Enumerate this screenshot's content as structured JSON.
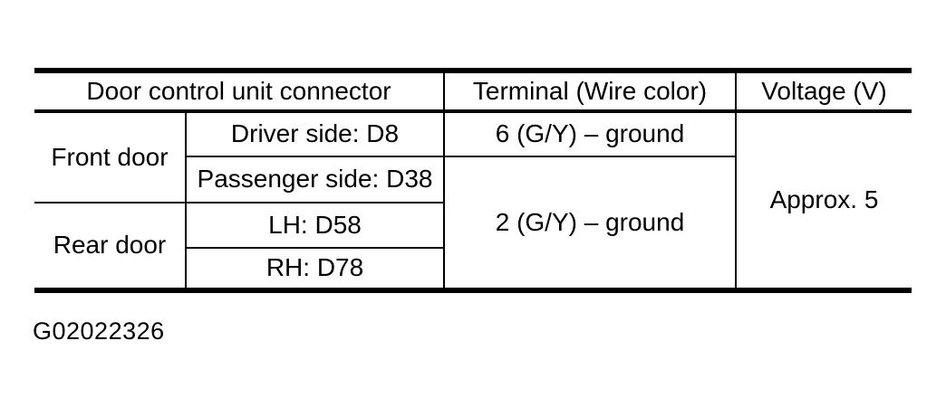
{
  "page": {
    "background": "#ffffff",
    "text_color": "#000000",
    "border_color": "#000000"
  },
  "table": {
    "columns": [
      {
        "label": "Door control unit connector"
      },
      {
        "label": "Terminal (Wire color)"
      },
      {
        "label": "Voltage (V)"
      }
    ],
    "rows": [
      {
        "door": "Front door",
        "connector": "Driver side: D8",
        "terminal": "6 (G/Y) – ground",
        "voltage": "Approx. 5"
      },
      {
        "door": "Front door",
        "connector": "Passenger side: D38",
        "terminal": "2 (G/Y) – ground",
        "voltage": "Approx. 5"
      },
      {
        "door": "Rear door",
        "connector": "LH: D58",
        "terminal": "2 (G/Y) – ground",
        "voltage": "Approx. 5"
      },
      {
        "door": "Rear door",
        "connector": "RH: D78",
        "terminal": "2 (G/Y) – ground",
        "voltage": "Approx. 5"
      }
    ]
  },
  "figure_id": "G02022326"
}
